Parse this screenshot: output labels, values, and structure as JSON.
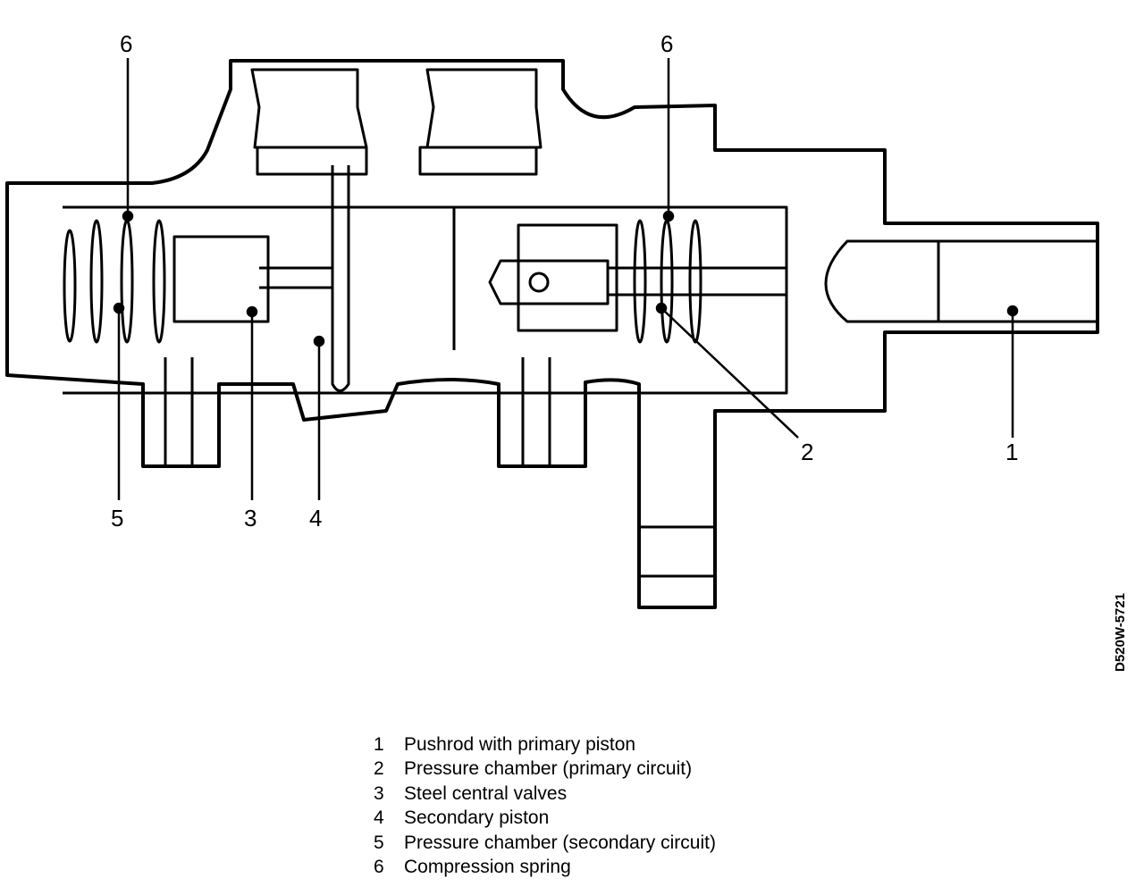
{
  "drawing_code": "D520W-5721",
  "callouts": [
    {
      "id": "1",
      "label": "1"
    },
    {
      "id": "2",
      "label": "2"
    },
    {
      "id": "3",
      "label": "3"
    },
    {
      "id": "4",
      "label": "4"
    },
    {
      "id": "5",
      "label": "5"
    },
    {
      "id": "6a",
      "label": "6"
    },
    {
      "id": "6b",
      "label": "6"
    }
  ],
  "legend": [
    {
      "num": "1",
      "text": "Pushrod with primary piston"
    },
    {
      "num": "2",
      "text": "Pressure chamber (primary circuit)"
    },
    {
      "num": "3",
      "text": "Steel central valves"
    },
    {
      "num": "4",
      "text": "Secondary piston"
    },
    {
      "num": "5",
      "text": "Pressure chamber (secondary circuit)"
    },
    {
      "num": "6",
      "text": "Compression spring"
    }
  ]
}
